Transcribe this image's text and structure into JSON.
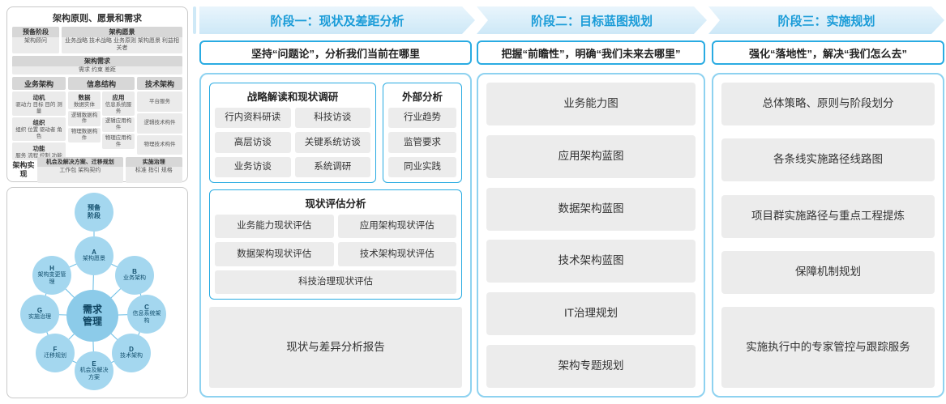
{
  "colors": {
    "accent_blue": "#29abe2",
    "phase_header_text": "#1b9cd8",
    "phase_header_bg": "#d9edf9",
    "gray_box": "#ececec",
    "node_blue": "#a4d7ef"
  },
  "framework": {
    "title": "架构原则、愿景和需求",
    "prep_header": "预备阶段",
    "prep_content": "架构顾问",
    "vision_header": "架构愿景",
    "vision_content": "业务战略 技术战略 业务原则 架构愿景 利益相关者",
    "req_header": "架构需求",
    "req_content": "需求 约束 差距",
    "business_header": "业务架构",
    "business_groups": [
      {
        "label": "动机",
        "content": "驱动力 目标 目的 测量"
      },
      {
        "label": "组织",
        "content": "组织 位置 驱动者 角色"
      },
      {
        "label": "功能",
        "content": "服务 流程 控制 功能"
      }
    ],
    "info_header": "信息结构",
    "info_data_label": "数据",
    "info_data_items": [
      "数据实体",
      "逻辑数据构件",
      "物理数据构件"
    ],
    "info_app_label": "应用",
    "info_app_items": [
      "信息系统服务",
      "逻辑应用构件",
      "物理应用构件"
    ],
    "tech_header": "技术架构",
    "tech_items": [
      "平台服务",
      "逻辑技术构件",
      "物理技术构件"
    ],
    "impl_label": "架构实现",
    "impl_box1_header": "机会及解决方案、迁移规划",
    "impl_box1_content": "工作包 架构契约",
    "impl_box2_header": "实施治理",
    "impl_box2_content": "标准 指引 规格"
  },
  "adm": {
    "prep": "预备阶段",
    "center": "需求管理",
    "nodes": [
      {
        "letter": "A",
        "label": "架构愿景"
      },
      {
        "letter": "B",
        "label": "业务架构"
      },
      {
        "letter": "C",
        "label": "信息系统架构"
      },
      {
        "letter": "D",
        "label": "技术架构"
      },
      {
        "letter": "E",
        "label": "机会及解决方案"
      },
      {
        "letter": "F",
        "label": "迁移规划"
      },
      {
        "letter": "G",
        "label": "实施治理"
      },
      {
        "letter": "H",
        "label": "架构变更管理"
      }
    ]
  },
  "phase1": {
    "header": "阶段一：现状及差距分析",
    "subtitle": "坚持“问题论”，分析我们当前在哪里",
    "strategy": {
      "title": "战略解读和现状调研",
      "items": [
        "行内资料研读",
        "科技访谈",
        "高层访谈",
        "关键系统访谈",
        "业务访谈",
        "系统调研"
      ]
    },
    "external": {
      "title": "外部分析",
      "items": [
        "行业趋势",
        "监管要求",
        "同业实践"
      ]
    },
    "assessment": {
      "title": "现状评估分析",
      "items": [
        "业务能力现状评估",
        "应用架构现状评估",
        "数据架构现状评估",
        "技术架构现状评估"
      ],
      "full_item": "科技治理现状评估"
    },
    "report": "现状与差异分析报告"
  },
  "phase2": {
    "header": "阶段二：目标蓝图规划",
    "subtitle": "把握“前瞻性”，明确“我们未来去哪里”",
    "items": [
      "业务能力图",
      "应用架构蓝图",
      "数据架构蓝图",
      "技术架构蓝图",
      "IT治理规划",
      "架构专题规划"
    ]
  },
  "phase3": {
    "header": "阶段三：实施规划",
    "subtitle": "强化“落地性”，解决“我们怎么去”",
    "items": [
      "总体策略、原则与阶段划分",
      "各条线实施路径线路图",
      "项目群实施路径与重点工程提炼",
      "保障机制规划",
      "实施执行中的专家管控与跟踪服务"
    ]
  }
}
